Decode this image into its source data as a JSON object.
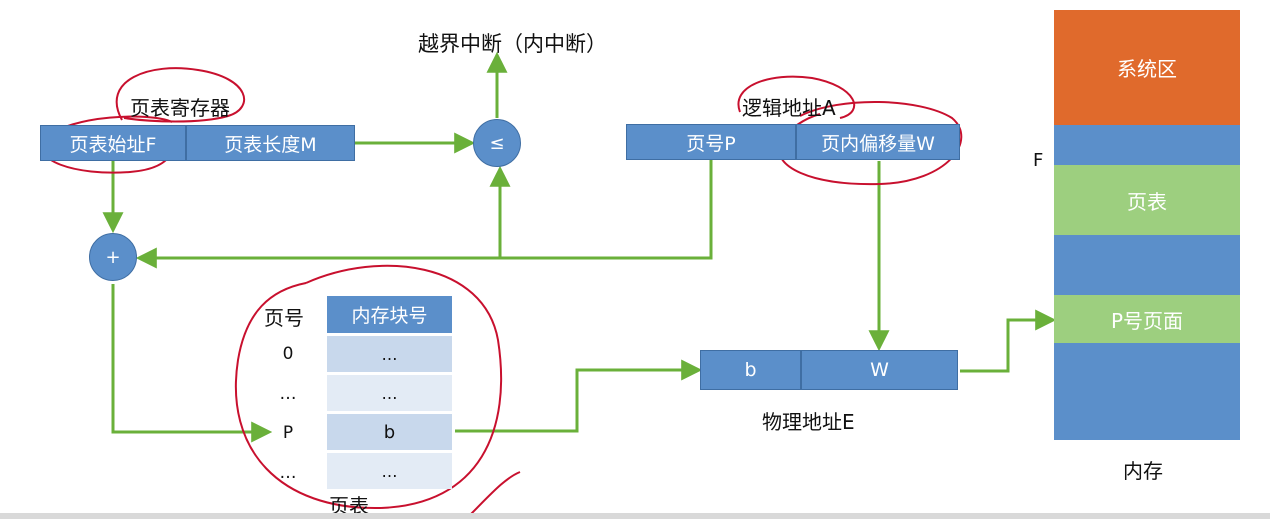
{
  "overflow_label": "越界中断（内中断）",
  "page_table_register": {
    "title": "页表寄存器",
    "start": "页表始址F",
    "length": "页表长度M"
  },
  "comparator_symbol": "≤",
  "adder_symbol": "+",
  "logical_address": {
    "title": "逻辑地址A",
    "page_no": "页号P",
    "offset": "页内偏移量W"
  },
  "page_table": {
    "col_page": "页号",
    "col_block": "内存块号",
    "rows": [
      {
        "page": "0",
        "block": "…"
      },
      {
        "page": "…",
        "block": "…"
      },
      {
        "page": "P",
        "block": "b"
      },
      {
        "page": "…",
        "block": "…"
      }
    ],
    "caption": "页表"
  },
  "physical_address": {
    "block": "b",
    "offset": "W",
    "caption": "物理地址E"
  },
  "memory": {
    "system_area": "系统区",
    "marker": "F",
    "page_table": "页表",
    "page_p": "P号页面",
    "caption": "内存"
  },
  "colors": {
    "blue": "#5b8fca",
    "green_arrow": "#6ab03a",
    "orange": "#e06a2c",
    "light_green": "#9dcf7f",
    "red_annotation": "#c8102e"
  }
}
